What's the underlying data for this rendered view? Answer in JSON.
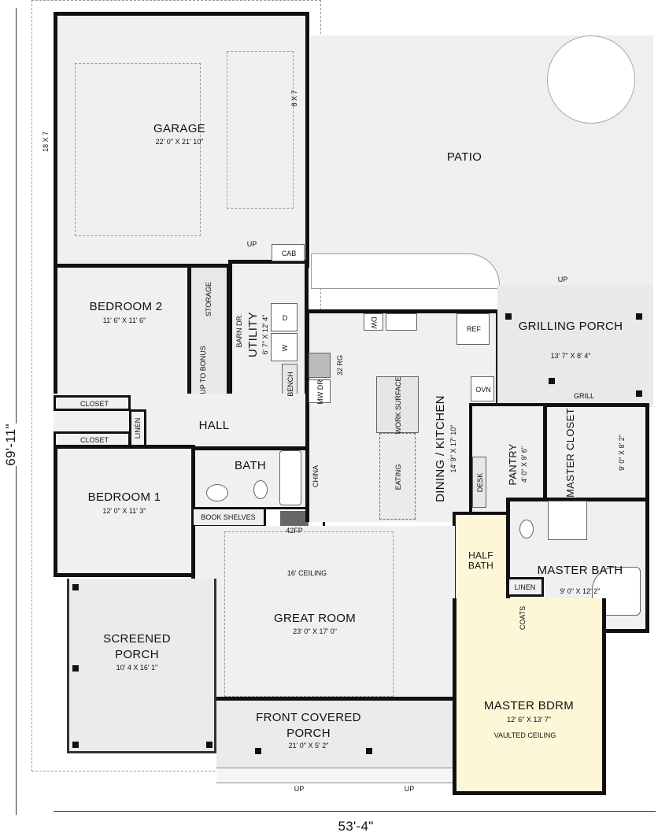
{
  "colors": {
    "wall": "#111111",
    "floor": "#f0f0f0",
    "master_suite": "#fdf7d8",
    "patio": "#efefef"
  },
  "dimensions": {
    "depth": "69'-11\"",
    "width": "53'-4\""
  },
  "rooms": {
    "garage": {
      "name": "GARAGE",
      "size": "22' 0\" X 21' 10\"",
      "door_left": "18 X 7",
      "door_right": "8 X 7"
    },
    "patio": {
      "name": "PATIO"
    },
    "bedroom2": {
      "name": "BEDROOM 2",
      "size": "11' 6\" X 11' 6\""
    },
    "storage": {
      "name": "STORAGE"
    },
    "stairs": {
      "name": "UP TO BONUS"
    },
    "barn_door": {
      "name": "BARN DR."
    },
    "utility": {
      "name": "UTILITY",
      "size": "6' 7\" X 12' 4\""
    },
    "utility_fixtures": {
      "dryer": "D",
      "washer": "W",
      "bench": "BENCH",
      "cab": "CAB",
      "up": "UP"
    },
    "closet1": {
      "name": "CLOSET"
    },
    "closet2": {
      "name": "CLOSET"
    },
    "linen": {
      "name": "LINEN"
    },
    "hall": {
      "name": "HALL"
    },
    "bath": {
      "name": "BATH"
    },
    "china": {
      "name": "CHINA"
    },
    "book_shelves": {
      "name": "BOOK SHELVES"
    },
    "fireplace": {
      "name": "42FP"
    },
    "bedroom1": {
      "name": "BEDROOM 1",
      "size": "12' 0\" X 11' 3\""
    },
    "kitchen": {
      "name": "DINING / KITCHEN",
      "size": "14' 9\" X 17' 10\"",
      "dw": "DW",
      "ref": "REF",
      "range": "32 RG",
      "mw": "MW DR",
      "work": "WORK SURFACE",
      "eating": "EATING",
      "oven": "OVN",
      "desk": "DESK"
    },
    "grilling_porch": {
      "name": "GRILLING PORCH",
      "size": "13' 7\" X 8' 4\"",
      "grill": "GRILL",
      "up": "UP"
    },
    "pantry": {
      "name": "PANTRY",
      "size": "4' 0\" X 9' 6\""
    },
    "master_closet": {
      "name": "MASTER CLOSET",
      "size": "9' 0\" X 8' 2\""
    },
    "half_bath": {
      "name": "HALF BATH"
    },
    "master_linen": {
      "name": "LINEN"
    },
    "master_bath": {
      "name": "MASTER BATH",
      "size": "9' 0\" X 12' 2\""
    },
    "coats": {
      "name": "COATS"
    },
    "great_room": {
      "name": "GREAT ROOM",
      "size": "23' 0\" X 17' 0\"",
      "ceiling": "16' CEILING"
    },
    "screened_porch": {
      "name": "SCREENED PORCH",
      "size": "10' 4 X 16' 1\""
    },
    "front_porch": {
      "name": "FRONT COVERED PORCH",
      "size": "21' 0\" X 5' 2\"",
      "up_left": "UP",
      "up_right": "UP"
    },
    "master_bdrm": {
      "name": "MASTER BDRM",
      "size": "12' 6\" X 13' 7\"",
      "ceiling": "VAULTED CEILING"
    }
  }
}
